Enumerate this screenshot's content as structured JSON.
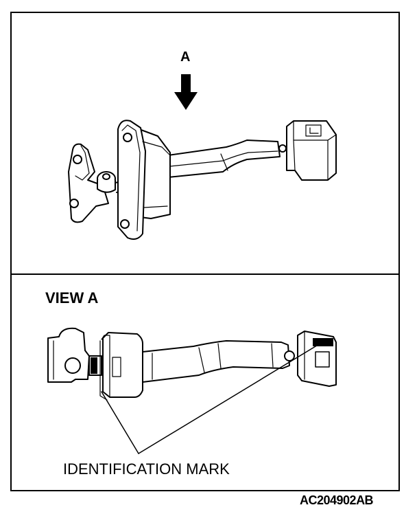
{
  "upper_view": {
    "arrow_label": "A"
  },
  "lower_view": {
    "title": "VIEW A",
    "callout": "IDENTIFICATION MARK"
  },
  "figure_code": "AC204902AB"
}
